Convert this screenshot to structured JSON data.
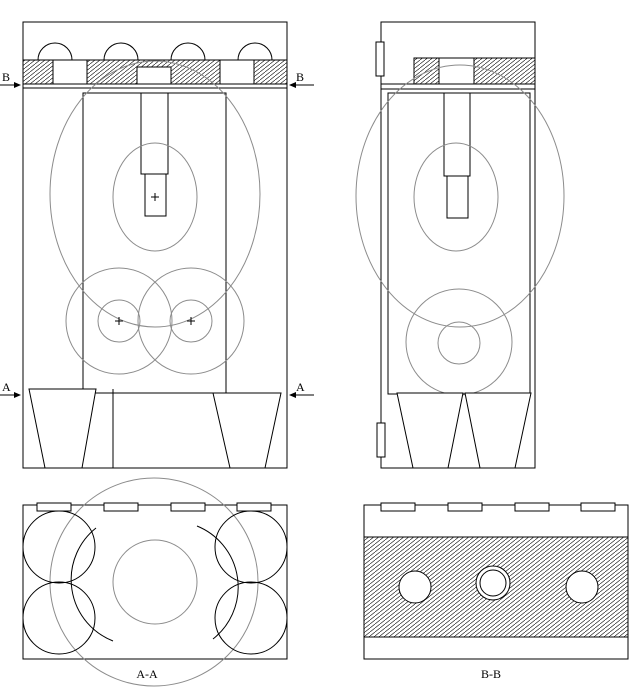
{
  "drawing": {
    "labels": {
      "section_b_left": "B",
      "section_b_right": "B",
      "section_a_left": "A",
      "section_a_right": "A",
      "caption_aa": "A-A",
      "caption_bb": "B-B"
    },
    "counts": {
      "burner_domes_front": 4,
      "slots_plan_aa": 4,
      "slots_plan_bb": 4,
      "holes_section_bb": 3
    }
  }
}
